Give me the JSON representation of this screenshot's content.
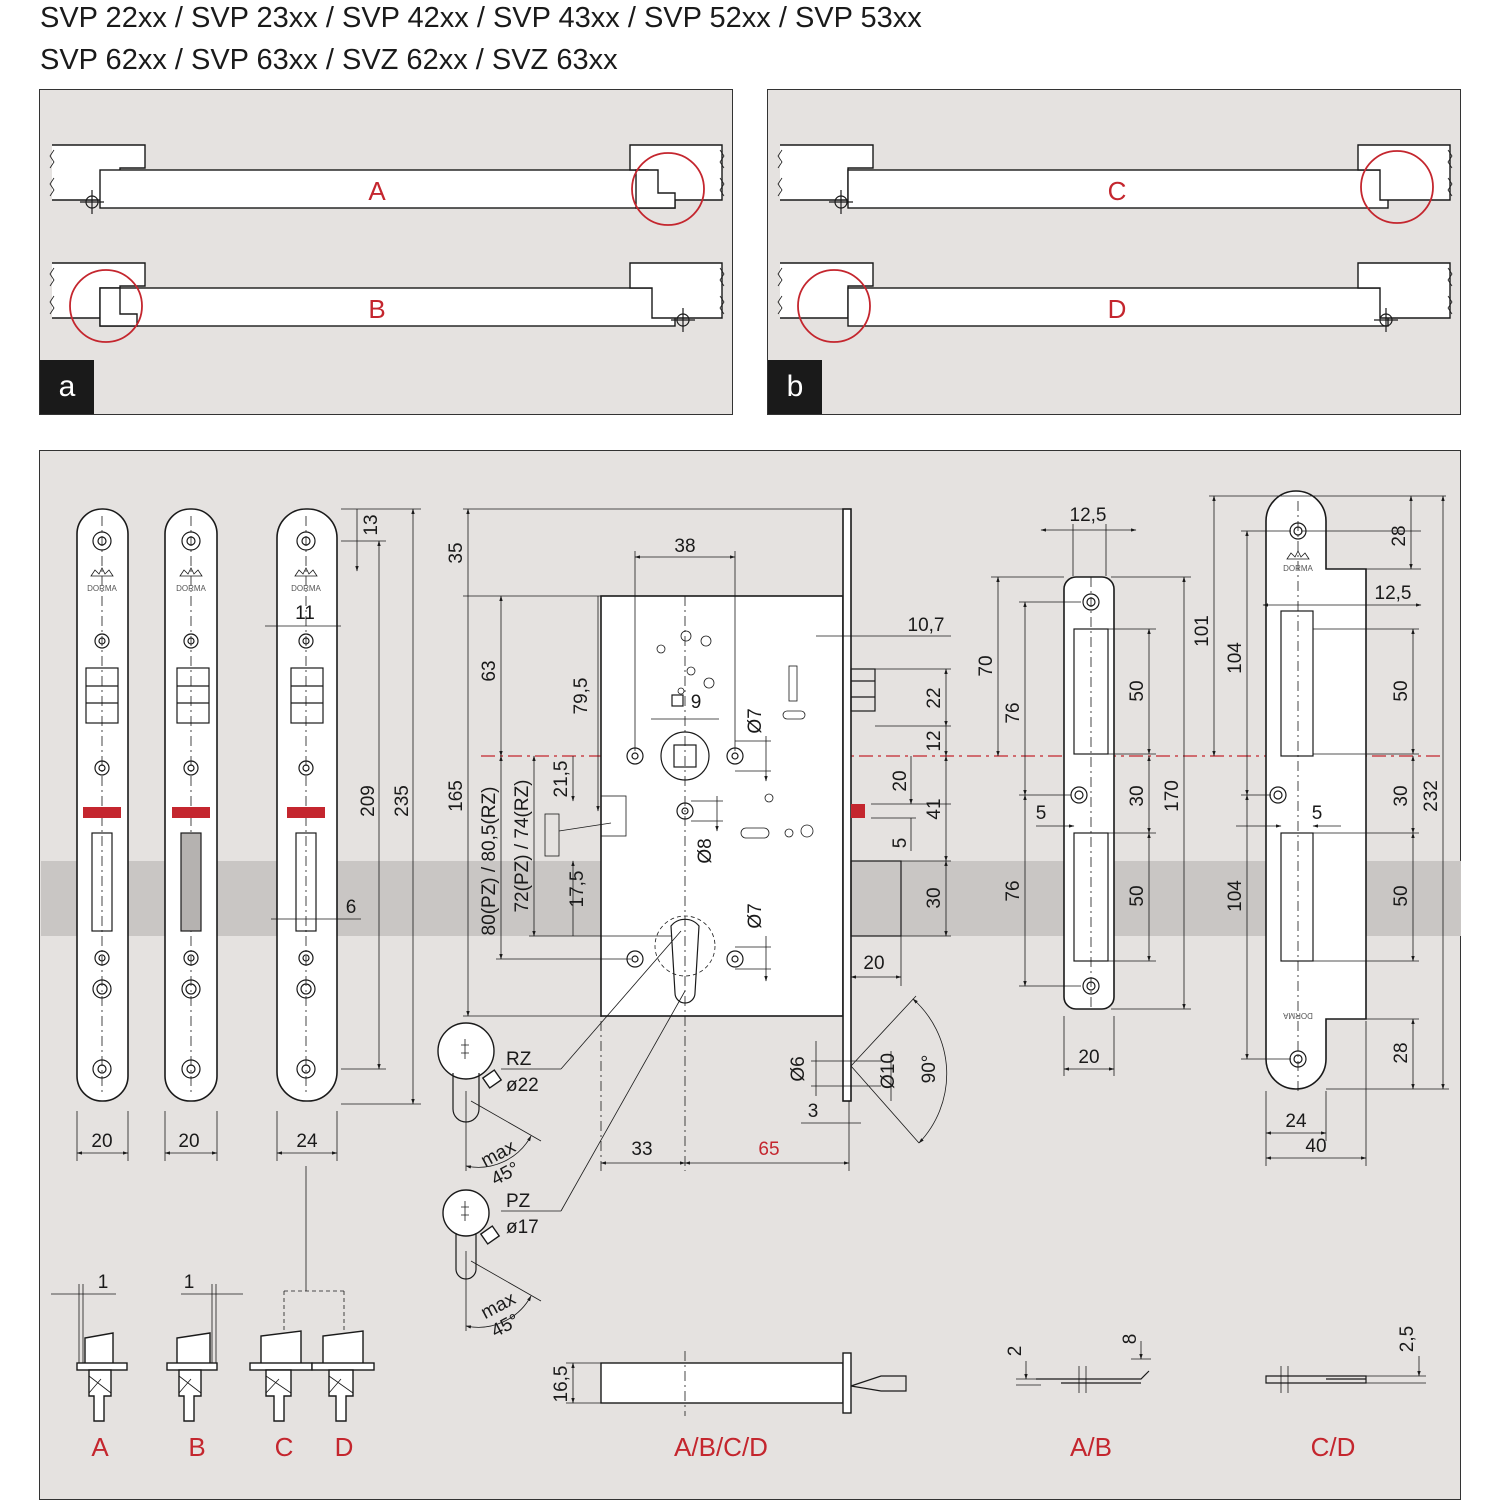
{
  "title": {
    "line1": "SVP 22xx / SVP 23xx / SVP 42xx / SVP 43xx / SVP 52xx / SVP 53xx",
    "line2": "SVP 62xx / SVP 63xx / SVZ 62xx / SVZ 63xx"
  },
  "panels": {
    "a": {
      "tag": "a",
      "labels": [
        "A",
        "B"
      ]
    },
    "b": {
      "tag": "b",
      "labels": [
        "C",
        "D"
      ]
    }
  },
  "faceplates": {
    "widths": [
      "20",
      "20",
      "24"
    ],
    "dims": {
      "d13": "13",
      "d11": "11",
      "d209": "209",
      "d235": "235",
      "d6": "6"
    }
  },
  "lockbody": {
    "dims": {
      "d35": "35",
      "d38": "38",
      "d63": "63",
      "d79_5": "79,5",
      "d9": "9",
      "d7a": "Ø7",
      "d165": "165",
      "d80": "80(PZ) / 80,5(RZ)",
      "d72": "72(PZ) / 74(RZ)",
      "d21_5": "21,5",
      "d17_5": "17,5",
      "d8": "Ø8",
      "d7b": "Ø7",
      "d10_7": "10,7",
      "d22": "22",
      "d12": "12",
      "d20a": "20",
      "d41": "41",
      "d5": "5",
      "d30": "30",
      "d20b": "20",
      "d33": "33",
      "d65": "65",
      "d6": "Ø6",
      "d10": "Ø10",
      "d3": "3",
      "d90": "90°"
    },
    "cylinders": [
      {
        "type": "RZ",
        "dia": "ø22",
        "max": "max",
        "angle": "45°"
      },
      {
        "type": "PZ",
        "dia": "ø17",
        "max": "max",
        "angle": "45°"
      }
    ]
  },
  "strike1": {
    "dims": {
      "d12_5": "12,5",
      "d70": "70",
      "d76a": "76",
      "d76b": "76",
      "d50a": "50",
      "d30": "30",
      "d50b": "50",
      "d170": "170",
      "d5": "5",
      "d20": "20"
    }
  },
  "strike2": {
    "dims": {
      "d28a": "28",
      "d101": "101",
      "d104a": "104",
      "d104b": "104",
      "d12_5": "12,5",
      "d50a": "50",
      "d30": "30",
      "d50b": "50",
      "d232": "232",
      "d5": "5",
      "d28b": "28",
      "d24": "24",
      "d40": "40"
    }
  },
  "bottom": {
    "dims": {
      "d1a": "1",
      "d1b": "1",
      "d16_5": "16,5",
      "d2": "2",
      "d8": "8",
      "d2_5": "2,5"
    },
    "labels": [
      "A",
      "B",
      "C",
      "D",
      "A/B/C/D",
      "A/B",
      "C/D"
    ]
  },
  "colors": {
    "accent": "#c4262e",
    "panel": "#e5e2e0",
    "band": "#c9c6c4"
  }
}
